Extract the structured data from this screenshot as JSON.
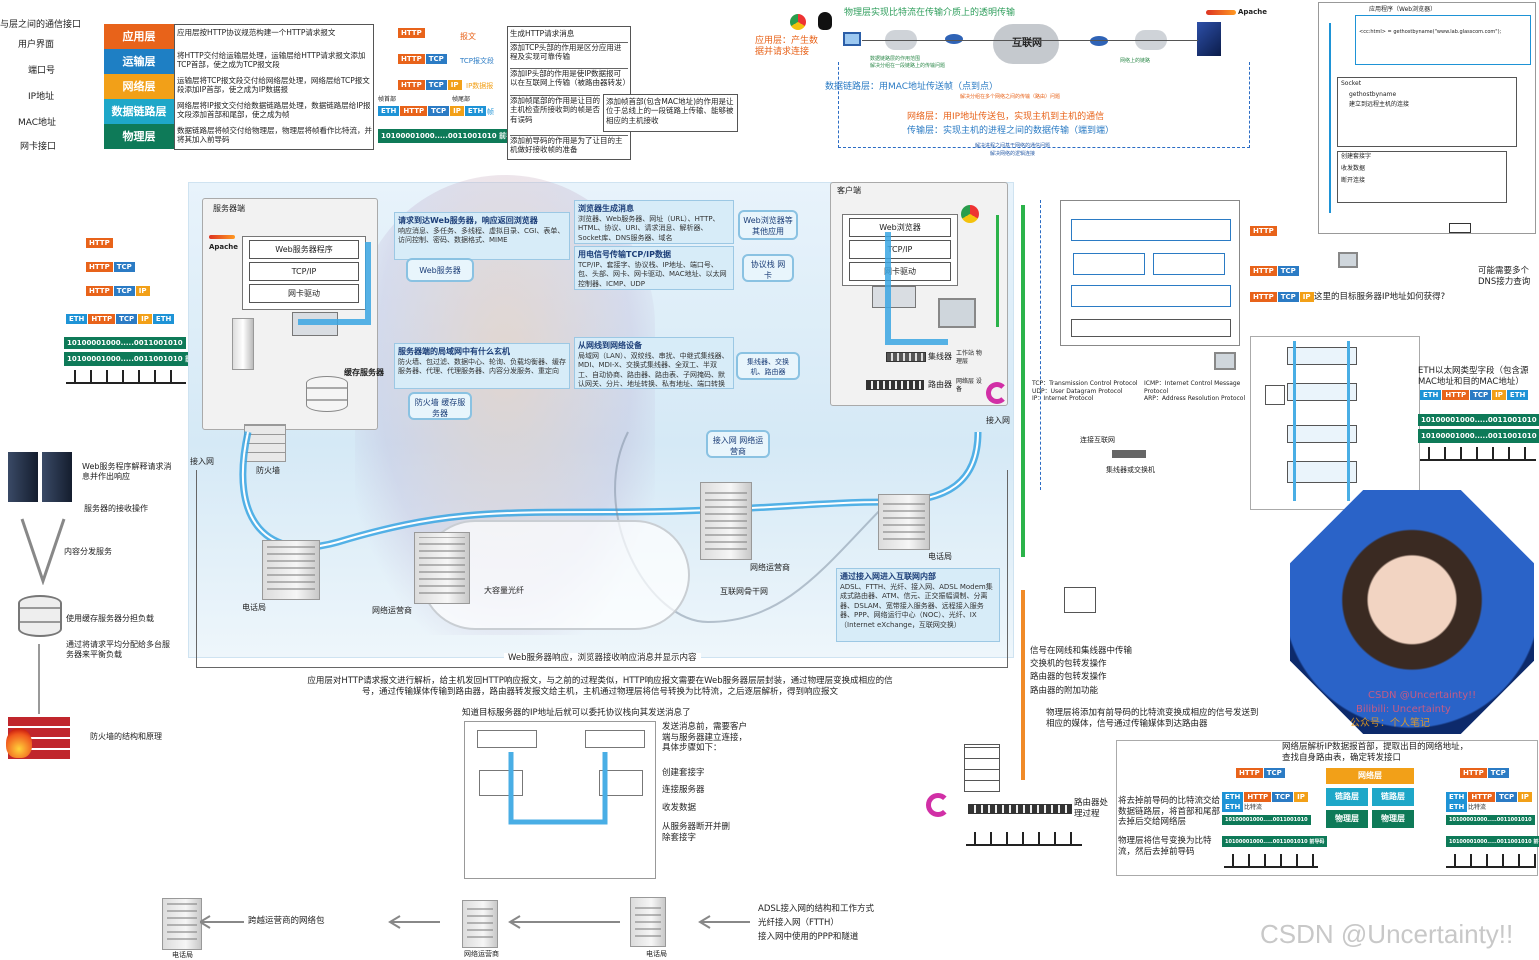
{
  "top_left": {
    "heading": "与层之间的通信接口",
    "interfaces": [
      "用户界面",
      "端口号",
      "IP地址",
      "MAC地址",
      "网卡接口"
    ],
    "layers": [
      {
        "name": "应用层",
        "color": "#e8631a",
        "desc": "应用层按HTTP协议规范构建一个HTTP请求报文"
      },
      {
        "name": "运输层",
        "color": "#1e7fc4",
        "desc": "将HTTP交付给运输层处理，运输层给HTTP请求报文添加TCP首部，使之成为TCP报文段"
      },
      {
        "name": "网络层",
        "color": "#f2a018",
        "desc": "运输层将TCP报文段交付给网络层处理，网络层给TCP报文段添加IP首部，使之成为IP数据报"
      },
      {
        "name": "数据链路层",
        "color": "#1ea7c8",
        "desc": "网络层将IP报文交付给数据链路层处理，数据链路层给IP报文段添加首部和尾部，使之成为帧"
      },
      {
        "name": "物理层",
        "color": "#0e7a58",
        "desc": "数据链路层将帧交付给物理层，物理层将帧看作比特流，并将其加入前导码"
      }
    ]
  },
  "encap": {
    "labels": [
      "报文",
      "TCP报文段",
      "IP数据报",
      "帧"
    ],
    "frame_marks": [
      "帧首部",
      "帧尾部"
    ],
    "descs": [
      "生成HTTP请求消息",
      "添加TCP头部的作用是区分应用进程及实现可靠传输",
      "添加IP头部的作用是使IP数据报可以在互联网上传输（被路由器转发）",
      "添加帧尾部的作用是让目的主机检查所接收到的帧是否有误码",
      "添加帧首部(包含MAC地址)的作用是让位于总线上的一段链路上传输、能够被相应的主机接收",
      "添加前导码的作用是为了让目的主机做好接收帧的准备"
    ],
    "binary": "10100001000.....0011001010",
    "preamble": "前导码"
  },
  "pills": {
    "http": "HTTP",
    "tcp": "TCP",
    "ip": "IP",
    "eth": "ETH"
  },
  "top_center": {
    "title": "物理层实现比特流在传输介质上的透明传输",
    "browser_note": "应用层：产生数据并请求连接",
    "internet": "互联网",
    "apache": "Apache",
    "link_layer": "数据链路层：用MAC地址传送帧（点到点）",
    "network_layer": "网络层：用IP地址传送包，实现主机到主机的通信",
    "transport_layer": "传输层：实现主机的进程之间的数据传输（端到端）",
    "tiny_notes": [
      "数据链路层的作用范围",
      "解决分组在一段链路上的传输问题",
      "网络上的链路",
      "解决分组在多个网络之间的传输（路由）问题",
      "解决进程之间基于网络的通信问题",
      "解决网络的逻辑连接"
    ]
  },
  "top_right": {
    "label": "应用程序（Web浏览器）",
    "code": "<cc:html> = gethostbyname(\"www.lab.glasscom.com\");",
    "items": [
      "Socket",
      "gethostbyname",
      "建立到远程主机的连接",
      "创建套接字",
      "收发数据",
      "断开连接"
    ]
  },
  "server_panel": {
    "title": "服务器端",
    "apache": "Apache",
    "stack": [
      "Web服务器程序",
      "TCP/IP",
      "网卡驱动"
    ],
    "cache": "缓存服务器",
    "firewall": "防火墙",
    "access": "接入网"
  },
  "client_panel": {
    "title": "客户端",
    "stack": [
      "Web浏览器",
      "TCP/IP",
      "网卡驱动"
    ],
    "hub": "集线器",
    "router": "路由器",
    "workstation": "工作站 物理层",
    "network_dev": "网络层 设备",
    "access": "接入网"
  },
  "center_boxes": [
    {
      "head": "请求到达Web服务器，响应返回浏览器",
      "body": "响应消息、多任务、多线程、虚拟目录、CGI、表单、访问控制、密码、数据格式、MIME"
    },
    {
      "head": "浏览器生成消息",
      "body": "浏览器、Web服务器、网址（URL）、HTTP、HTML、协议、URI、请求消息、解析器、Socket库、DNS服务器、域名"
    },
    {
      "head": "用电信号传输TCP/IP数据",
      "body": "TCP/IP、套接字、协议栈、IP地址、端口号、包、头部、网卡、网卡驱动、MAC地址、以太网控制器、ICMP、UDP"
    },
    {
      "head": "服务器端的局域网中有什么玄机",
      "body": "防火墙、包过滤、数据中心、轮询、负载均衡器、缓存服务器、代理、代理服务器、内容分发服务、重定向"
    },
    {
      "head": "从网线到网络设备",
      "body": "局域网（LAN）、双绞线、串扰、中继式集线器、MDI、MDI-X、交换式集线器、全双工、半双工、自动协商、路由器、路由表、子网掩码、默认网关、分片、地址转换、私有地址、端口转换"
    },
    {
      "head": "通过接入网进入互联网内部",
      "body": "ADSL、FTTH、光纤、接入网、ADSL Modem集成式路由器、ATM、信元、正交振幅调制、分离器、DSLAM、宽带接入服务器、远程接入服务器、PPP、网络运行中心（NOC）、光纤、IX（Internet eXchange，互联网交换）"
    }
  ],
  "bubbles": [
    "Web服务器",
    "Web浏览器等其他应用",
    "协议栈 网卡",
    "集线器、交换机、路由器",
    "防火墙 缓存服务器",
    "接入网 网络运营商"
  ],
  "net_labels": [
    "大容量光纤",
    "网络运营商",
    "电话局",
    "网络运营商",
    "互联网骨干网",
    "电话局"
  ],
  "center_bottom": {
    "response_line": "Web服务器响应，浏览器接收响应消息并显示内容",
    "para": "应用层对HTTP请求报文进行解析，给主机发回HTTP响应报文，与之前的过程类似，HTTP响应报文需要在Web服务器层层封装，通过物理层变换成相应的信号，通过传输媒体传输到路由器，路由器转发报文给主机，主机通过物理层将信号转换为比特流，之后逐层解析，得到响应报文",
    "delegate": "知道目标服务器的IP地址后就可以委托协议栈向其发送消息了",
    "steps_intro": "发送消息前，需要客户端与服务器建立连接，具体步骤如下：",
    "steps": [
      "创建套接字",
      "连接服务器",
      "收发数据",
      "从服务器断开并删除套接字"
    ],
    "flow": [
      "电话局",
      "跨越运营商的网络包",
      "网络运营商",
      "电话局"
    ],
    "adsl": "ADSL接入网的结构和工作方式",
    "ftth": "光纤接入网（FTTH）",
    "ppp": "接入网中使用的PPP和隧道"
  },
  "left_side": {
    "web_server": "Web服务程序解释请求消息并作出响应",
    "recv": "服务器的接收操作",
    "cdn": "内容分发服务",
    "cache": "使用缓存服务器分担负载",
    "balance": "通过将请求平均分配给多台服务器来平衡负载",
    "firewall": "防火墙的结构和原理"
  },
  "right_mid": {
    "dns_note": "可能需要多个DNS接力查询",
    "dns_q": "这里的目标服务器IP地址如何获得?",
    "eth_note": "ETH以太网类型字段（包含源MAC地址和目的MAC地址）",
    "legend": [
      "TCP：Transmission Control Protocol",
      "UDP：User Datagram Protocol",
      "IP：Internet Protocol",
      "ICMP：Internet Control Message Protocol",
      "ARP：Address Resolution Protocol"
    ],
    "router_side": "连接互联网",
    "hub_side": "集线器或交换机"
  },
  "right_bottom": {
    "signal": "信号在网线和集线器中传输",
    "switch": "交换机的包转发操作",
    "router": "路由器的包转发操作",
    "router_fn": "路由器的附加功能",
    "physical": "物理层将添加有前导码的比特流变换成相应的信号发送到相应的媒体，信号通过传输媒体到达路由器",
    "router_proc": "路由器处理过程",
    "net_layer_parse": "网络层解析IP数据报首部，提取出目的网络地址，查找自身路由表，确定转发接口",
    "strip": "将去掉前导码的比特流交给数据链路层，将首部和尾部去掉后交给网络层",
    "phys2": "物理层将信号变换为比特流，然后去掉前导码",
    "router_stack": [
      "网络层",
      "链路层",
      "链路层",
      "物理层",
      "物理层"
    ],
    "bitstream": "比特流"
  },
  "watermark": {
    "csdn": "CSDN @Uncertainty!!",
    "bili": "Bilibili: Uncertainty",
    "gzh": "公众号：个人笔记"
  }
}
